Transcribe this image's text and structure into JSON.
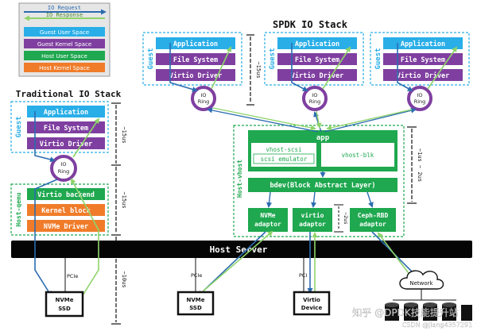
{
  "legend": {
    "io_request": "IO Request",
    "io_response": "IO Response",
    "guest_user_space": "Guest User Space",
    "guest_kernel_space": "Guest Kernel Space",
    "host_user_space": "Host User Space",
    "host_kernel_space": "Host Kernel Space"
  },
  "colors": {
    "guest_user": "#29aee8",
    "guest_kernel": "#7f3fa0",
    "host_user": "#1fa84f",
    "host_kernel": "#f07c2a",
    "request_arrow": "#2b6cb0",
    "response_arrow": "#8fd46a",
    "host_bar": "#050505"
  },
  "titles": {
    "spdk": "SPDK IO Stack",
    "traditional": "Traditional IO Stack"
  },
  "labels": {
    "guest": "Guest",
    "host_qemu": "Host-qemu",
    "host_vhost": "Host-vhost",
    "application": "Application",
    "file_system": "File System",
    "virtio_driver": "Virtio Driver",
    "io_ring_line1": "IO",
    "io_ring_line2": "Ring",
    "virtio_backend": "Virtio backend",
    "kernel_block": "Kernel block",
    "nvme_driver": "NVMe Driver",
    "app": "app",
    "vhost_scsi": "vhost-scsi",
    "scsi_emulator": "scsi emulator",
    "vhost_blk": "vhost-blk",
    "bdev": "bdev(Block Abstract Layer)",
    "nvme_adaptor_1": "NVMe",
    "nvme_adaptor_2": "adaptor",
    "virtio_adaptor_1": "virtio",
    "virtio_adaptor_2": "adaptor",
    "ceph_adaptor_1": "Ceph-RBD",
    "ceph_adaptor_2": "adaptor",
    "host_server": "Host Server",
    "pcie": "PCIe",
    "pci": "PCI",
    "network": "Network",
    "nvme_ssd_1": "NVMe",
    "nvme_ssd_2": "SSD",
    "virtio_device_1": "Virtio",
    "virtio_device_2": "Device"
  },
  "timings": {
    "guest": "~15us",
    "traditional_guest": "~15us",
    "traditional_qemu": "~15us",
    "traditional_kernel": "~10us",
    "vhost": "~1us ~ 2us",
    "adaptor": "~2us"
  },
  "watermark": {
    "main": "知乎 @DPDK技能提升站",
    "sub": "CSDN @jiang4357291"
  }
}
